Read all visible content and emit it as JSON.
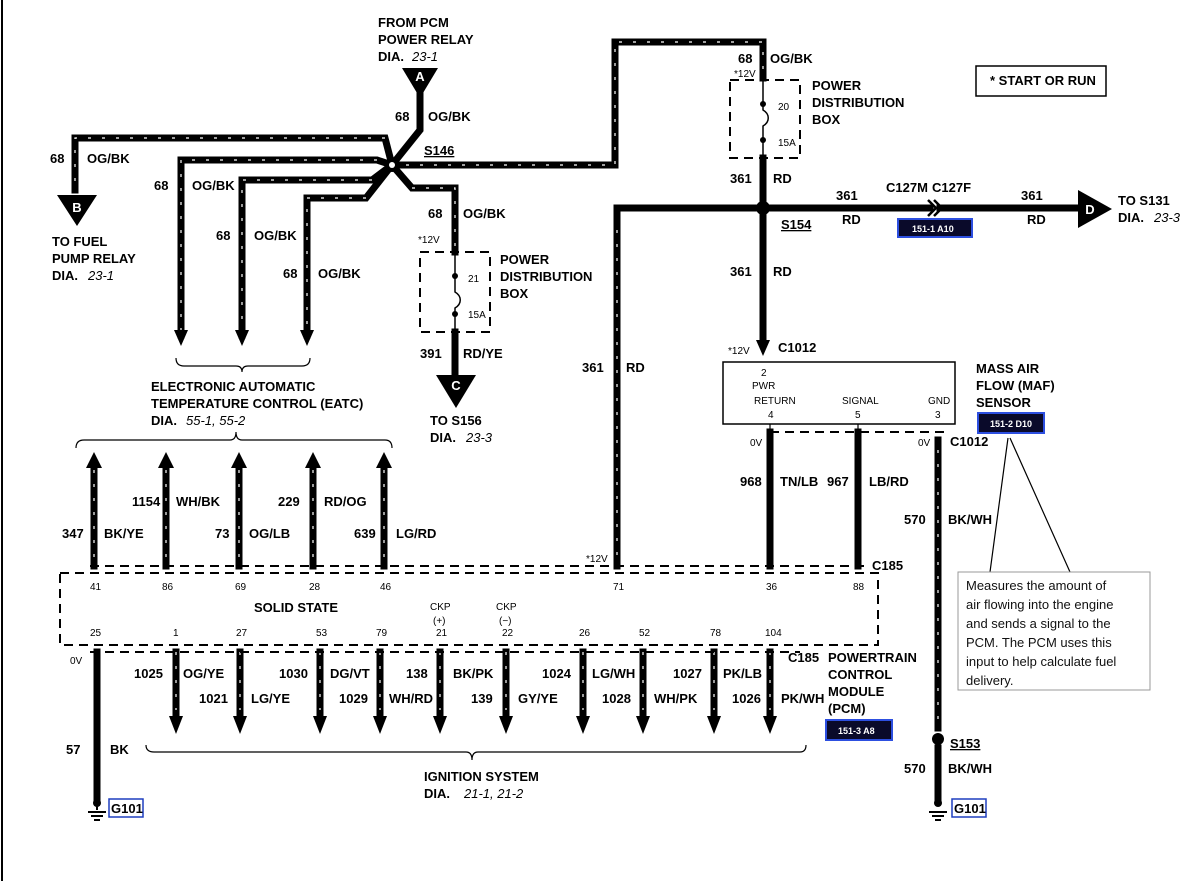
{
  "from_pcm": {
    "l1": "FROM PCM",
    "l2": "POWER RELAY",
    "l3": "DIA.",
    "ref": "23-1",
    "letter": "A"
  },
  "fuel_pump": {
    "l1": "TO FUEL",
    "l2": "PUMP RELAY",
    "l3": "DIA.",
    "ref": "23-1",
    "letter": "B"
  },
  "to_s156": {
    "l1": "TO S156",
    "l2": "DIA.",
    "ref": "23-3",
    "letter": "C"
  },
  "to_s131": {
    "l1": "TO S131",
    "l2": "DIA.",
    "ref": "23-3",
    "letter": "D"
  },
  "legend": "* START OR RUN",
  "splices": {
    "s146": "S146",
    "s154": "S154",
    "s153": "S153"
  },
  "pdb_left": {
    "l1": "POWER",
    "l2": "DISTRIBUTION",
    "l3": "BOX",
    "fuse_num": "21",
    "fuse_amp": "15A",
    "volt": "*12V"
  },
  "pdb_right": {
    "l1": "POWER",
    "l2": "DISTRIBUTION",
    "l3": "BOX",
    "fuse_num": "20",
    "fuse_amp": "15A",
    "volt": "*12V"
  },
  "eatc": {
    "l1": "ELECTRONIC AUTOMATIC",
    "l2": "TEMPERATURE CONTROL (EATC)",
    "l3": "DIA.",
    "ref": "55-1, 55-2"
  },
  "ignition": {
    "l1": "IGNITION SYSTEM",
    "l2": "DIA.",
    "ref": "21-1, 21-2"
  },
  "maf": {
    "l1": "MASS AIR",
    "l2": "FLOW (MAF)",
    "l3": "SENSOR",
    "ref_box": "151-2 D10",
    "connector": "C1012",
    "pin_pwr_num": "2",
    "pin_pwr": "PWR",
    "pin_return": "RETURN",
    "pin_return_num": "4",
    "pin_signal": "SIGNAL",
    "pin_signal_num": "5",
    "pin_gnd": "GND",
    "pin_gnd_num": "3",
    "volt": "*12V"
  },
  "pcm": {
    "l1": "POWERTRAIN",
    "l2": "CONTROL",
    "l3": "MODULE",
    "l4": "(PCM)",
    "ref_box": "151-3 A8",
    "connector": "C185",
    "solid_state": "SOLID STATE",
    "ckp_plus": "CKP",
    "ckp_plus_sign": "(+)",
    "ckp_minus": "CKP",
    "ckp_minus_sign": "(−)",
    "top_pins": [
      "41",
      "86",
      "69",
      "28",
      "46",
      "71",
      "36",
      "88"
    ],
    "bottom_pins": [
      "25",
      "1",
      "27",
      "53",
      "79",
      "21",
      "22",
      "26",
      "52",
      "78",
      "104"
    ],
    "volt_71": "*12V"
  },
  "connector_ref": {
    "c127": "C127M",
    "c127f": "C127F",
    "ref_box": "151-1 A10"
  },
  "grounds": {
    "g101a": "G101",
    "g101b": "G101"
  },
  "volts": {
    "zero": "0V"
  },
  "wires": {
    "w68_top": {
      "num": "68",
      "color": "OG/BK"
    },
    "w68_pdb": {
      "num": "68",
      "color": "OG/BK"
    },
    "w68_fuel": {
      "num": "68",
      "color": "OG/BK"
    },
    "w68_e1": {
      "num": "68",
      "color": "OG/BK"
    },
    "w68_e2": {
      "num": "68",
      "color": "OG/BK"
    },
    "w68_e3": {
      "num": "68",
      "color": "OG/BK"
    },
    "w68_pdbl": {
      "num": "68",
      "color": "OG/BK"
    },
    "w391": {
      "num": "391",
      "color": "RD/YE"
    },
    "w361_a": {
      "num": "361",
      "color": "RD"
    },
    "w361_b": {
      "num": "361",
      "color": "RD"
    },
    "w361_c": {
      "num": "361",
      "color": "RD"
    },
    "w361_d": {
      "num": "361",
      "color": "RD"
    },
    "w361_e": {
      "num": "361",
      "color": "RD"
    },
    "w347": {
      "num": "347",
      "color": "BK/YE"
    },
    "w1154": {
      "num": "1154",
      "color": "WH/BK"
    },
    "w73": {
      "num": "73",
      "color": "OG/LB"
    },
    "w229": {
      "num": "229",
      "color": "RD/OG"
    },
    "w639": {
      "num": "639",
      "color": "LG/RD"
    },
    "w968": {
      "num": "968",
      "color": "TN/LB"
    },
    "w967": {
      "num": "967",
      "color": "LB/RD"
    },
    "w570a": {
      "num": "570",
      "color": "BK/WH"
    },
    "w570b": {
      "num": "570",
      "color": "BK/WH"
    },
    "w57": {
      "num": "57",
      "color": "BK"
    },
    "w1025": {
      "num": "1025",
      "color": "OG/YE"
    },
    "w1021": {
      "num": "1021",
      "color": "LG/YE"
    },
    "w1030": {
      "num": "1030",
      "color": "DG/VT"
    },
    "w1029": {
      "num": "1029",
      "color": "WH/RD"
    },
    "w138": {
      "num": "138",
      "color": "BK/PK"
    },
    "w139": {
      "num": "139",
      "color": "GY/YE"
    },
    "w1024": {
      "num": "1024",
      "color": "LG/WH"
    },
    "w1028": {
      "num": "1028",
      "color": "WH/PK"
    },
    "w1027": {
      "num": "1027",
      "color": "PK/LB"
    },
    "w1026": {
      "num": "1026",
      "color": "PK/WH"
    }
  },
  "note": {
    "lines": [
      "Measures the amount of",
      "air flowing into the engine",
      "and sends a signal to the",
      "PCM. The PCM uses this",
      "input to help calculate fuel",
      "delivery."
    ]
  }
}
